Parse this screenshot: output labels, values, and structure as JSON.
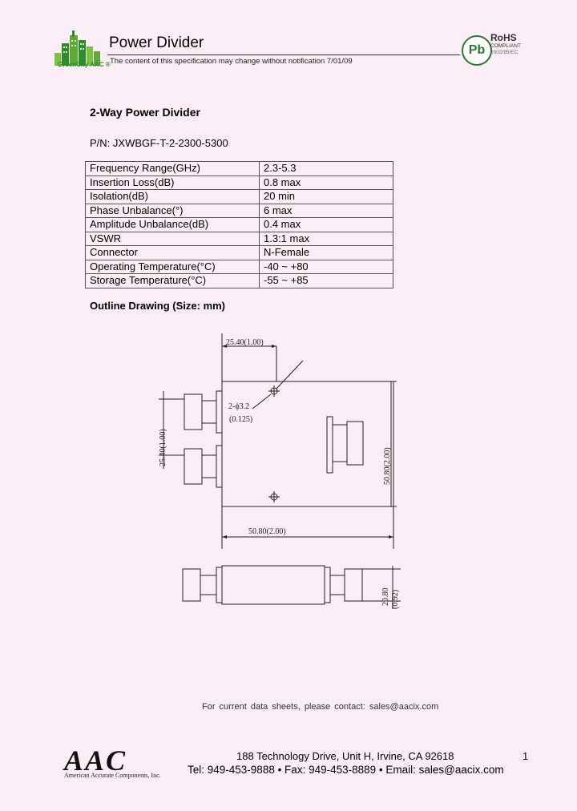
{
  "header": {
    "logo_text": "GreenCity AAC ®",
    "title": "Power Divider",
    "notice": "The content of this specification may change without notification 7/01/09",
    "pb_badge": "Pb",
    "rohs_title": "RoHS",
    "rohs_compliant": "COMPLIANT",
    "rohs_directive": "2002/95/EC"
  },
  "product": {
    "title": "2-Way Power Divider",
    "part_number": "P/N: JXWBGF-T-2-2300-5300"
  },
  "specs": [
    {
      "param": "Frequency Range(GHz)",
      "value": "2.3-5.3"
    },
    {
      "param": "Insertion Loss(dB)",
      "value": "0.8 max"
    },
    {
      "param": "Isolation(dB)",
      "value": "20 min"
    },
    {
      "param": "Phase Unbalance(°)",
      "value": "6 max"
    },
    {
      "param": "Amplitude Unbalance(dB)",
      "value": "0.4 max"
    },
    {
      "param": "VSWR",
      "value": "1.3:1 max"
    },
    {
      "param": "Connector",
      "value": "N-Female"
    },
    {
      "param": "Operating Temperature(°C)",
      "value": "-40 ~ +80"
    },
    {
      "param": "Storage Temperature(°C)",
      "value": "-55 ~ +85"
    }
  ],
  "drawing": {
    "title": "Outline Drawing (Size: mm)",
    "dim_top": "25.40(1.00)",
    "dim_hole": "2-ϕ3.2",
    "dim_hole_in": "(0.125)",
    "dim_left": "25.40(1.00)",
    "dim_right": "50.80(2.00)",
    "dim_bottom": "50.80(2.00)",
    "dim_side_h": "20.80",
    "dim_side_h_in": "(0.92)"
  },
  "footer": {
    "contact": "For current data sheets, please contact: sales@aacix.com",
    "logo": "AAC",
    "logo_sub": "American Accurate Components, Inc.",
    "address": "188 Technology Drive, Unit H, Irvine, CA 92618",
    "phone_line": "Tel: 949-453-9888 • Fax: 949-453-8889 • Email: sales@aacix.com",
    "page": "1"
  },
  "colors": {
    "background": "#fbeef6",
    "logo_green": "#2e8b2e"
  }
}
